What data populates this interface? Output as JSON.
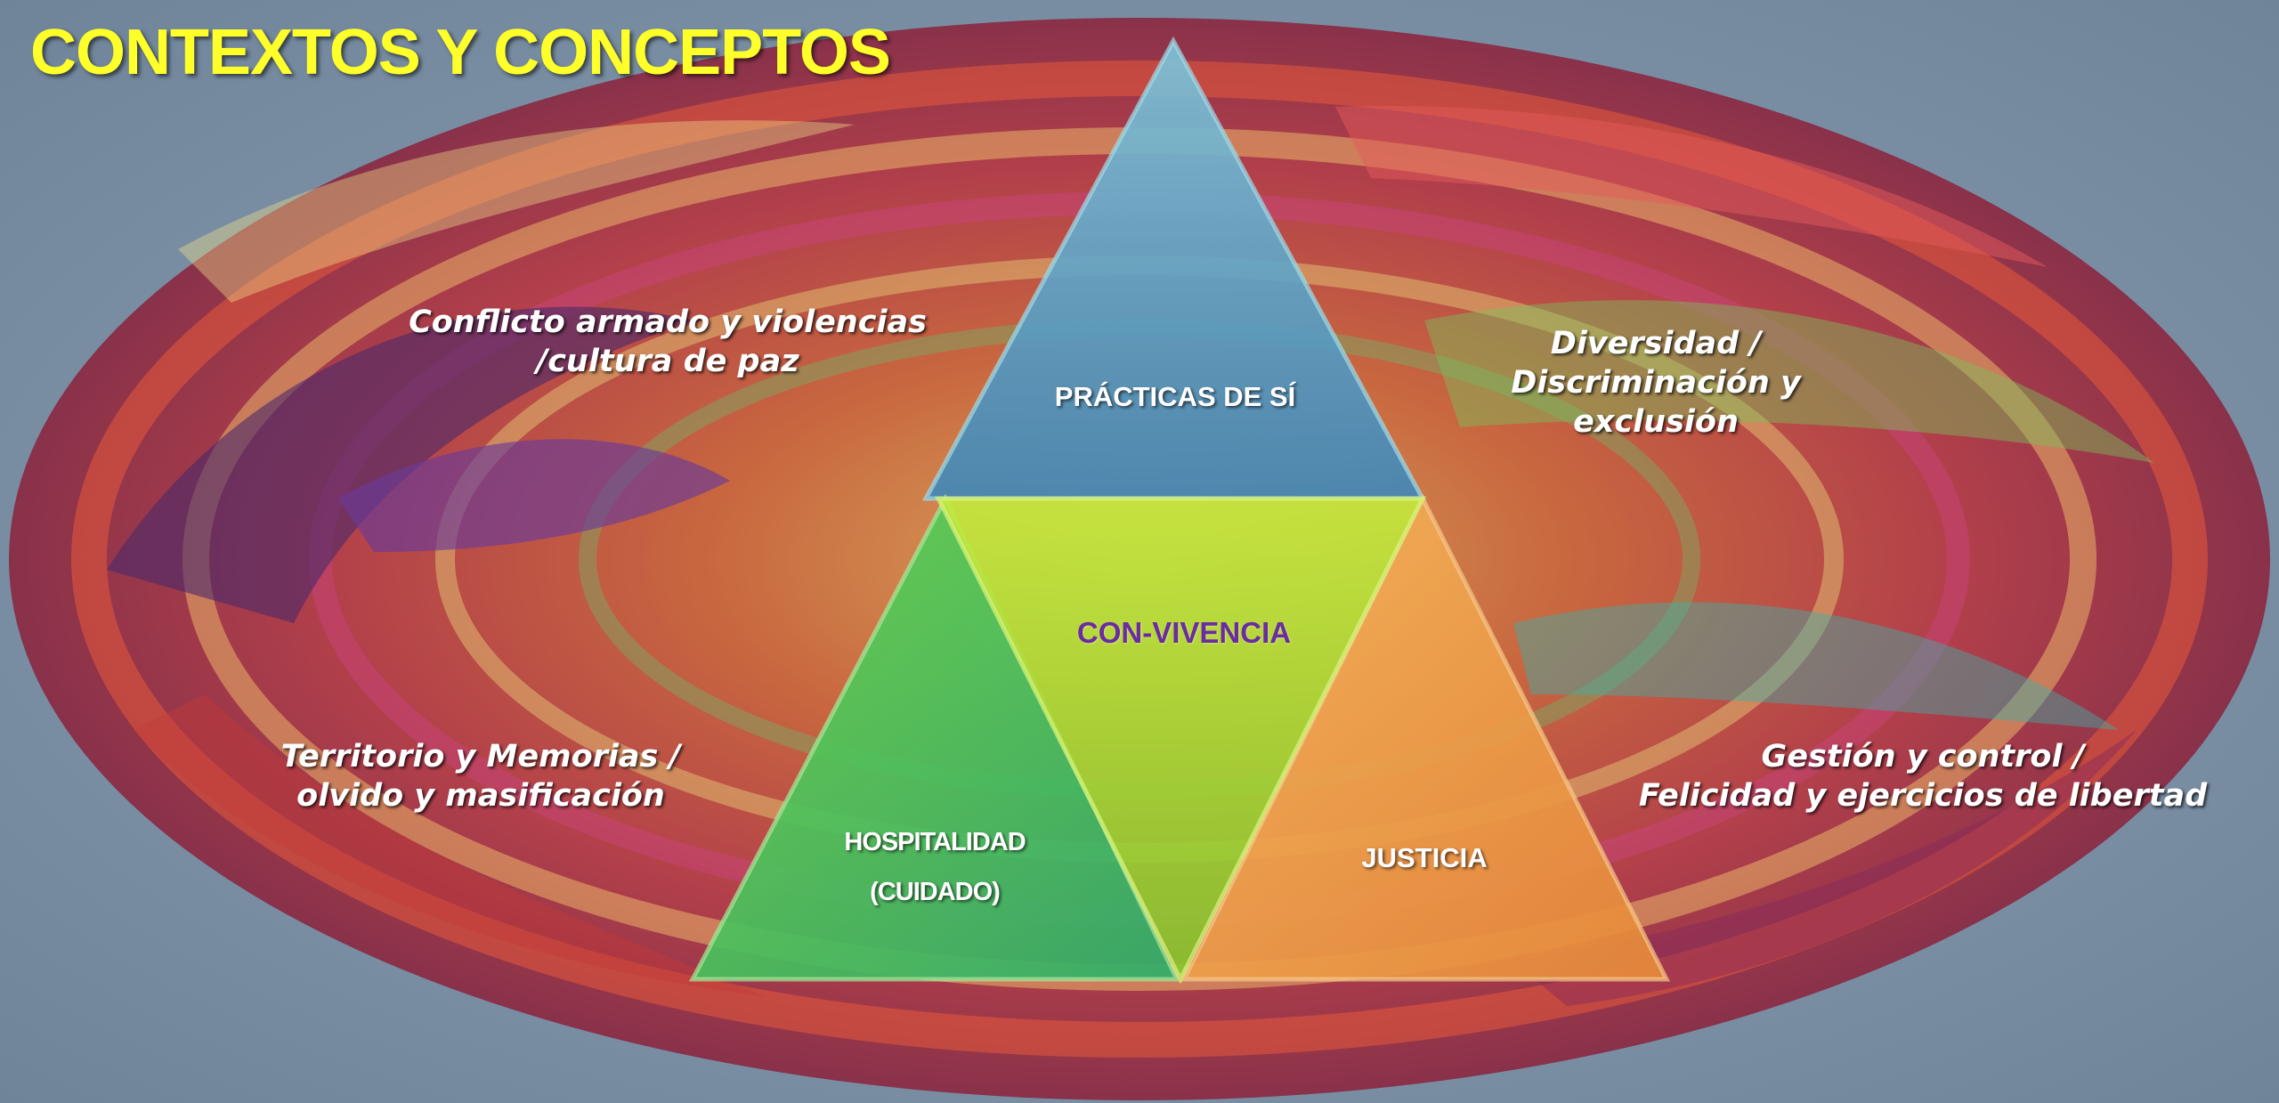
{
  "slide": {
    "title": "CONTEXTOS Y CONCEPTOS"
  },
  "contexts": {
    "conflicto": [
      "Conflicto armado y violencias",
      "/cultura de paz"
    ],
    "diversidad": [
      "Diversidad /",
      "Discriminación y",
      "exclusión"
    ],
    "territorio": [
      "Territorio y Memorias /",
      "olvido y masificación"
    ],
    "gestion": [
      "Gestión y control /",
      "Felicidad y ejercicios de libertad"
    ]
  },
  "triangles": {
    "practicas": "PRÁCTICAS DE SÍ",
    "convivencia": "CON-VIVENCIA",
    "hospitalidad": [
      "HOSPITALIDAD",
      "(CUIDADO)"
    ],
    "justicia": "JUSTICIA"
  },
  "colors": {
    "title": "#ffff2a",
    "practicas_triangle": "#5ba7c9",
    "convivencia_triangle": "#a6d83a",
    "hospitalidad_triangle": "#3fc45a",
    "justicia_triangle": "#f0a24a",
    "convivencia_text": "#6a2ca0",
    "background": "#7d93a8"
  }
}
